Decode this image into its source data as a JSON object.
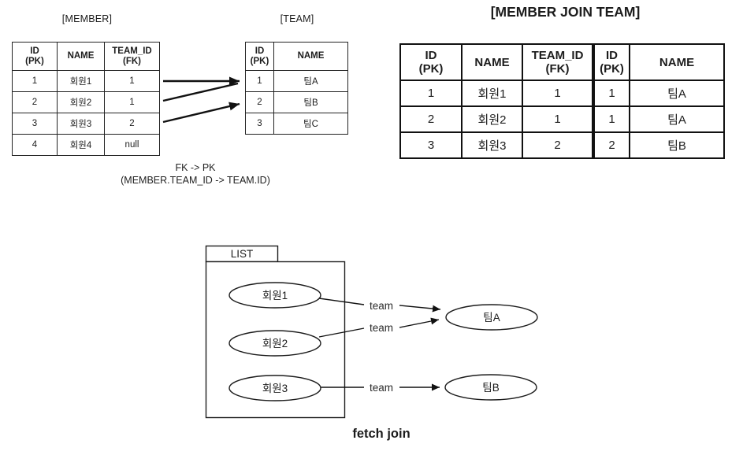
{
  "colors": {
    "background": "#ffffff",
    "ink": "#1c1c1c",
    "table_border": "#111111"
  },
  "member_table": {
    "title": "[MEMBER]",
    "headers": [
      "ID\n(PK)",
      "NAME",
      "TEAM_ID\n(FK)"
    ],
    "rows": [
      [
        "1",
        "회원1",
        "1"
      ],
      [
        "2",
        "회원2",
        "1"
      ],
      [
        "3",
        "회원3",
        "2"
      ],
      [
        "4",
        "회원4",
        "null"
      ]
    ]
  },
  "team_table": {
    "title": "[TEAM]",
    "headers": [
      "ID\n(PK)",
      "NAME"
    ],
    "rows": [
      [
        "1",
        "팀A"
      ],
      [
        "2",
        "팀B"
      ],
      [
        "3",
        "팀C"
      ]
    ]
  },
  "fk_note": {
    "line1": "FK -> PK",
    "line2": "(MEMBER.TEAM_ID -> TEAM.ID)"
  },
  "join_table": {
    "title": "[MEMBER JOIN TEAM]",
    "headers": [
      "ID\n(PK)",
      "NAME",
      "TEAM_ID\n(FK)",
      "ID\n(PK)",
      "NAME"
    ],
    "rows": [
      [
        "1",
        "회원1",
        "1",
        "1",
        "팀A"
      ],
      [
        "2",
        "회원2",
        "1",
        "1",
        "팀A"
      ],
      [
        "3",
        "회원3",
        "2",
        "2",
        "팀B"
      ]
    ]
  },
  "fetch_join": {
    "list_label": "LIST",
    "member1": "회원1",
    "member2": "회원2",
    "member3": "회원3",
    "team_a": "팀A",
    "team_b": "팀B",
    "edge_labels": [
      "team",
      "team",
      "team"
    ],
    "caption": "fetch join"
  }
}
